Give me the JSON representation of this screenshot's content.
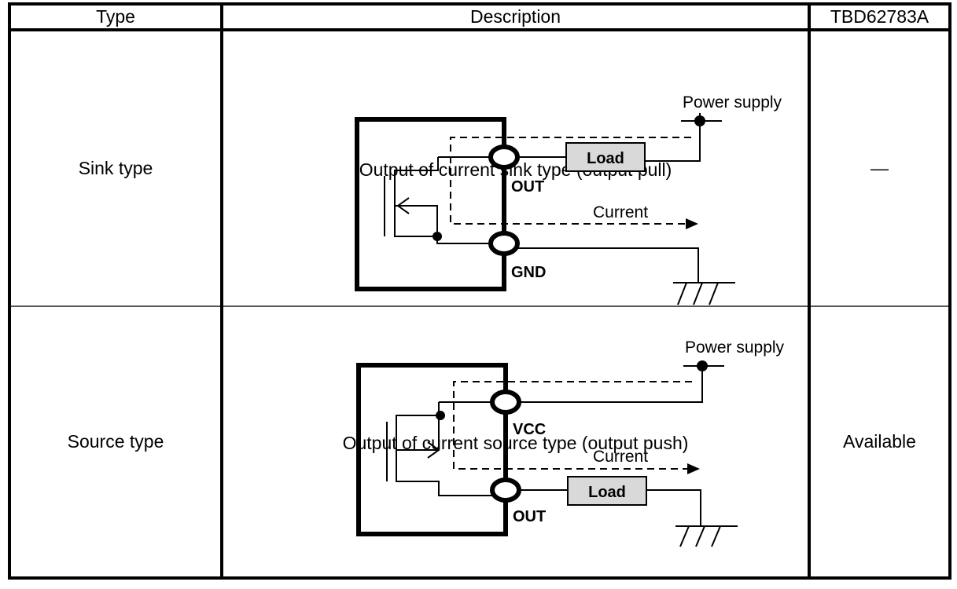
{
  "table": {
    "headers": {
      "type": "Type",
      "description": "Description",
      "part": "TBD62783A"
    },
    "rows": [
      {
        "type": "Sink type",
        "diagram": {
          "title": "Output of current sink type (output pull)",
          "power_label": "Power supply",
          "load_label": "Load",
          "current_label": "Current",
          "upper_pin": "OUT",
          "lower_pin": "GND"
        },
        "availability": "—"
      },
      {
        "type": "Source type",
        "diagram": {
          "title": "Output of current source type (output push)",
          "power_label": "Power supply",
          "load_label": "Load",
          "current_label": "Current",
          "upper_pin": "VCC",
          "lower_pin": "OUT"
        },
        "availability": "Available"
      }
    ]
  },
  "colors": {
    "load_fill": "#d9d9d9",
    "line": "#000000"
  }
}
